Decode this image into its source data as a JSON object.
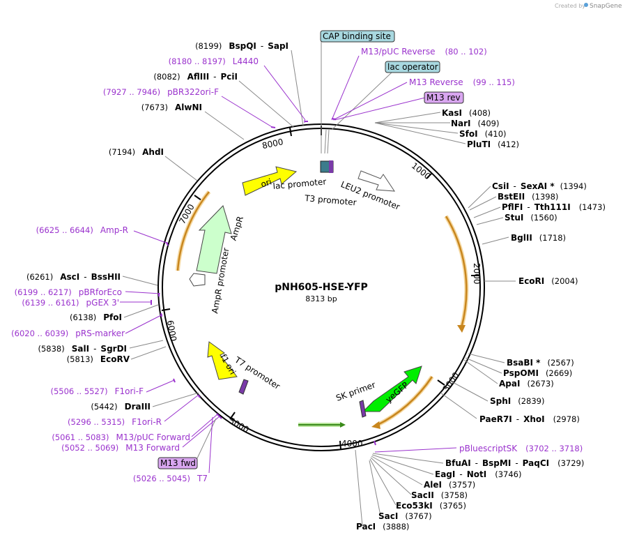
{
  "branding": {
    "created_by": "Created by",
    "brand": "SnapGene"
  },
  "plasmid": {
    "name": "pNH605-HSE-YFP",
    "size": "8313 bp"
  },
  "ticks": [
    "1000",
    "2000",
    "3000",
    "4000",
    "5000",
    "6000",
    "7000",
    "8000"
  ],
  "features": {
    "ori": "ori",
    "lac_promoter": "lac promoter",
    "t3_promoter": "T3 promoter",
    "leu2_promoter": "LEU2 promoter",
    "ampr": "AmpR",
    "ampr_promoter": "AmpR promoter",
    "f1_ori": "f1 ori",
    "t7_promoter": "T7 promoter",
    "sk_primer": "SK primer",
    "yegfp": "yeGFP"
  },
  "boxed": {
    "cap": "CAP binding site",
    "lac_operator": "lac operator",
    "m13_rev": "M13 rev",
    "m13_fwd": "M13 fwd"
  },
  "sites": {
    "bspqi": {
      "pos": "(8199)",
      "a": "BspQI",
      "sep": "-",
      "b": "SapI"
    },
    "l4440": {
      "range": "(8180 .. 8197)",
      "name": "L4440"
    },
    "afliii": {
      "pos": "(8082)",
      "a": "AflIII",
      "sep": "-",
      "b": "PciI"
    },
    "pbr322": {
      "range": "(7927 .. 7946)",
      "name": "pBR322ori-F"
    },
    "alwni": {
      "pos": "(7673)",
      "name": "AlwNI"
    },
    "ahdi": {
      "pos": "(7194)",
      "name": "AhdI"
    },
    "ampr_primer": {
      "range": "(6625 .. 6644)",
      "name": "Amp-R"
    },
    "asci": {
      "pos": "(6261)",
      "a": "AscI",
      "sep": "-",
      "b": "BssHII"
    },
    "pbrforeco": {
      "range": "(6199 .. 6217)",
      "name": "pBRforEco"
    },
    "pgex": {
      "range": "(6139 .. 6161)",
      "name": "pGEX 3'"
    },
    "pfoi": {
      "pos": "(6138)",
      "name": "PfoI"
    },
    "prs": {
      "range": "(6020 .. 6039)",
      "name": "pRS-marker"
    },
    "sali": {
      "pos": "(5838)",
      "a": "SalI",
      "sep": "-",
      "b": "SgrDI"
    },
    "ecorv": {
      "pos": "(5813)",
      "name": "EcoRV"
    },
    "f1orif": {
      "range": "(5506 .. 5527)",
      "name": "F1ori-F"
    },
    "draiii": {
      "pos": "(5442)",
      "name": "DraIII"
    },
    "f1orir": {
      "range": "(5296 .. 5315)",
      "name": "F1ori-R"
    },
    "m13puc_fwd": {
      "range": "(5061 .. 5083)",
      "name": "M13/pUC Forward"
    },
    "m13_fwd": {
      "range": "(5052 .. 5069)",
      "name": "M13 Forward"
    },
    "t7": {
      "range": "(5026 .. 5045)",
      "name": "T7"
    },
    "m13puc_rev": {
      "name": "M13/pUC Reverse",
      "range": "(80 .. 102)"
    },
    "m13_rev": {
      "name": "M13 Reverse",
      "range": "(99 .. 115)"
    },
    "kasi": {
      "name": "KasI",
      "pos": "(408)"
    },
    "nari": {
      "name": "NarI",
      "pos": "(409)"
    },
    "sfoi": {
      "name": "SfoI",
      "pos": "(410)"
    },
    "pluti": {
      "name": "PluTI",
      "pos": "(412)"
    },
    "csii": {
      "a": "CsiI",
      "sep": "-",
      "b": "SexAI *",
      "pos": "(1394)"
    },
    "bsteii": {
      "name": "BstEII",
      "pos": "(1398)"
    },
    "pflfi": {
      "a": "PflFI",
      "sep": "-",
      "b": "Tth111I",
      "pos": "(1473)"
    },
    "stui": {
      "name": "StuI",
      "pos": "(1560)"
    },
    "bglii": {
      "name": "BglII",
      "pos": "(1718)"
    },
    "ecori": {
      "name": "EcoRI",
      "pos": "(2004)"
    },
    "bsabi": {
      "name": "BsaBI *",
      "pos": "(2567)"
    },
    "pspomi": {
      "name": "PspOMI",
      "pos": "(2669)"
    },
    "apai": {
      "name": "ApaI",
      "pos": "(2673)"
    },
    "sphi": {
      "name": "SphI",
      "pos": "(2839)"
    },
    "paer7i": {
      "a": "PaeR7I",
      "sep": "-",
      "b": "XhoI",
      "pos": "(2978)"
    },
    "pbluescript": {
      "name": "pBluescriptSK",
      "range": "(3702 .. 3718)"
    },
    "bfuai": {
      "a": "BfuAI",
      "sep": "-",
      "b": "BspMI",
      "sep2": "-",
      "c": "PaqCI",
      "pos": "(3729)"
    },
    "eagi": {
      "a": "EagI",
      "sep": "-",
      "b": "NotI",
      "pos": "(3746)"
    },
    "alei": {
      "name": "AleI",
      "pos": "(3757)"
    },
    "sacii": {
      "name": "SacII",
      "pos": "(3758)"
    },
    "eco53ki": {
      "name": "Eco53kI",
      "pos": "(3765)"
    },
    "saci": {
      "name": "SacI",
      "pos": "(3767)"
    },
    "paci": {
      "name": "PacI",
      "pos": "(3888)"
    }
  },
  "colors": {
    "backbone": "#000000",
    "ori": "#ffff00",
    "ampr": "#ccffcc",
    "yegfp": "#00ee00",
    "orf_arc": "#c8861e",
    "primer": "#9a32cd",
    "box_teal": "#a8d8e0",
    "box_lilac": "#d9a6f0"
  }
}
